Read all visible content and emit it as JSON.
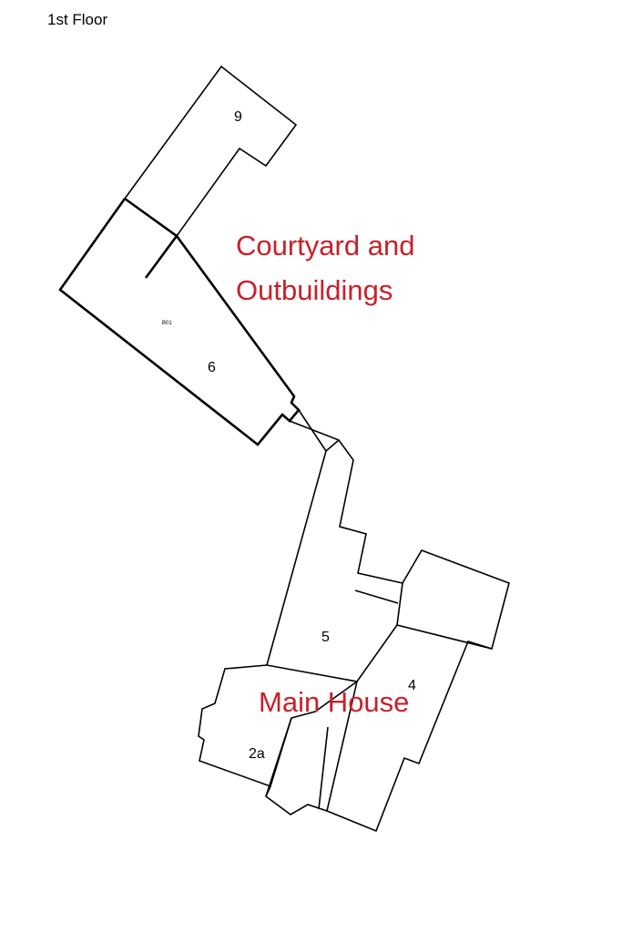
{
  "floor_title": "1st Floor",
  "areas": {
    "courtyard_line1": "Courtyard and",
    "courtyard_line2": "Outbuildings",
    "main_house": "Main House"
  },
  "rooms": {
    "r9": "9",
    "r6": "6",
    "b01": "B01",
    "r5": "5",
    "r4": "4",
    "r2a": "2a"
  },
  "colors": {
    "area_label": "#c8202a",
    "walls": "#000000"
  }
}
